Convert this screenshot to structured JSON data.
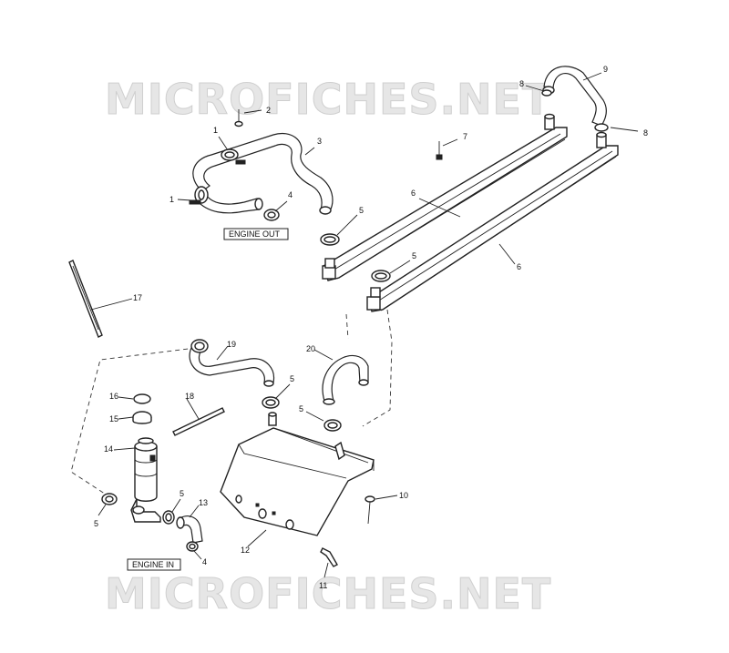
{
  "watermark": {
    "top": "MICROFICHES.NET",
    "bottom": "MICROFICHES.NET"
  },
  "labels": {
    "engine_out": "ENGINE OUT",
    "engine_in": "ENGINE IN"
  },
  "callouts": {
    "c1a": "1",
    "c1b": "1",
    "c2": "2",
    "c3": "3",
    "c4a": "4",
    "c4b": "4",
    "c5a": "5",
    "c5b": "5",
    "c5c": "5",
    "c5d": "5",
    "c5e": "5",
    "c5f": "5",
    "c6a": "6",
    "c6b": "6",
    "c7": "7",
    "c8a": "8",
    "c8b": "8",
    "c9": "9",
    "c10": "10",
    "c11": "11",
    "c12": "12",
    "c13": "13",
    "c14": "14",
    "c15": "15",
    "c16": "16",
    "c17": "17",
    "c18": "18",
    "c19": "19",
    "c20": "20"
  }
}
